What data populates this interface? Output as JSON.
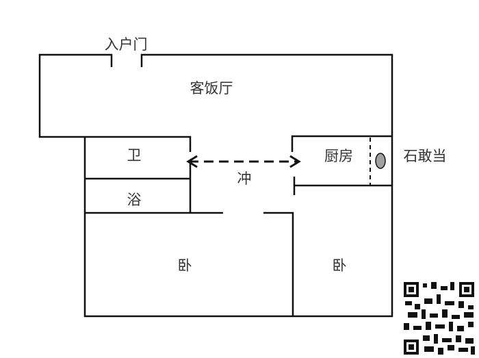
{
  "labels": {
    "entrance_door": "入户门",
    "living_dining": "客饭厅",
    "toilet": "卫",
    "bath": "浴",
    "corridor": "冲",
    "kitchen": "厨房",
    "stone_talisman": "石敢当",
    "bedroom_left": "卧",
    "bedroom_right": "卧"
  },
  "colors": {
    "wall": "#111111",
    "stone": "#a0a0a0"
  }
}
